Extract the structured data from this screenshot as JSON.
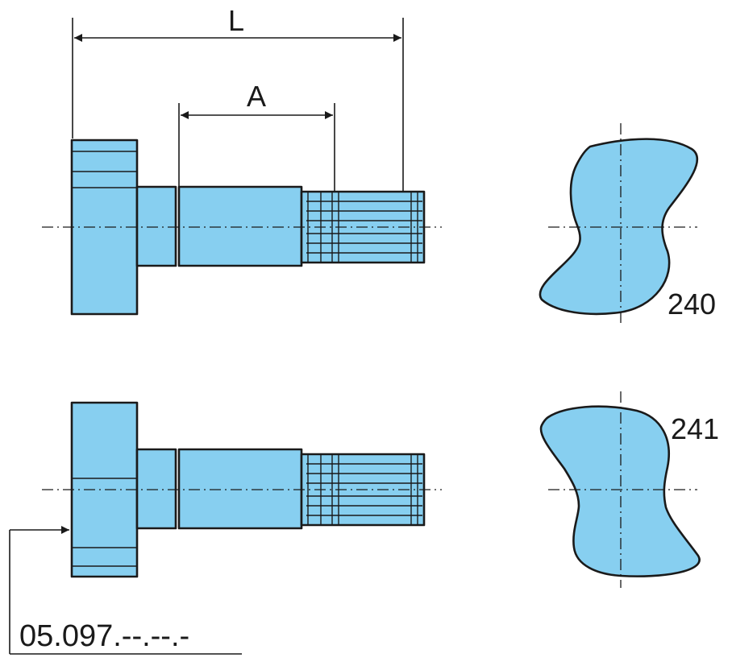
{
  "dimensions": {
    "overall_length_label": "L",
    "spline_distance_label": "A"
  },
  "variants": [
    {
      "number": "240"
    },
    {
      "number": "241"
    }
  ],
  "part_number": "05.097.--.--.-"
}
